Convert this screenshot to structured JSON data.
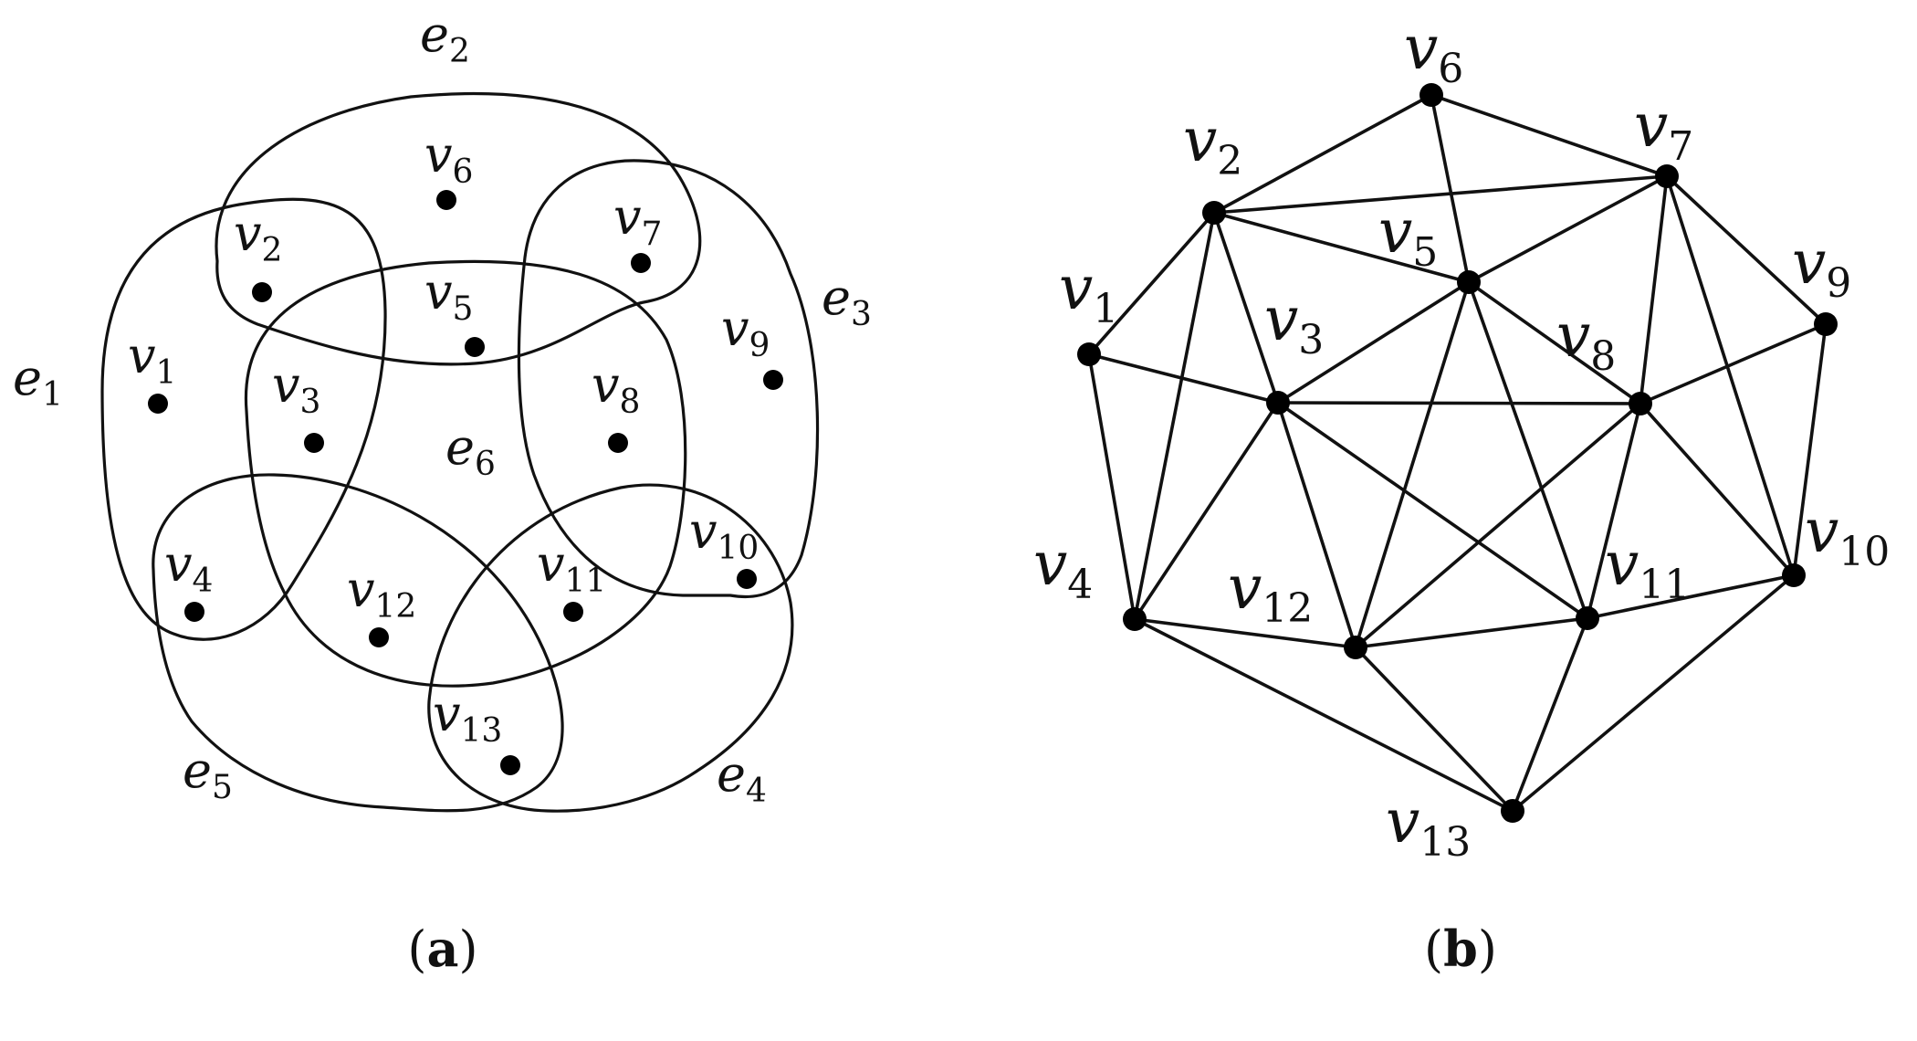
{
  "panel_a": {
    "hyperedge_labels": [
      {
        "id": "e1",
        "base": "e",
        "sub": "1"
      },
      {
        "id": "e2",
        "base": "e",
        "sub": "2"
      },
      {
        "id": "e3",
        "base": "e",
        "sub": "3"
      },
      {
        "id": "e4",
        "base": "e",
        "sub": "4"
      },
      {
        "id": "e5",
        "base": "e",
        "sub": "5"
      },
      {
        "id": "e6",
        "base": "e",
        "sub": "6"
      }
    ],
    "vertex_labels": [
      {
        "id": "v1",
        "base": "v",
        "sub": "1"
      },
      {
        "id": "v2",
        "base": "v",
        "sub": "2"
      },
      {
        "id": "v3",
        "base": "v",
        "sub": "3"
      },
      {
        "id": "v4",
        "base": "v",
        "sub": "4"
      },
      {
        "id": "v5",
        "base": "v",
        "sub": "5"
      },
      {
        "id": "v6",
        "base": "v",
        "sub": "6"
      },
      {
        "id": "v7",
        "base": "v",
        "sub": "7"
      },
      {
        "id": "v8",
        "base": "v",
        "sub": "8"
      },
      {
        "id": "v9",
        "base": "v",
        "sub": "9"
      },
      {
        "id": "v10",
        "base": "v",
        "sub": "10"
      },
      {
        "id": "v11",
        "base": "v",
        "sub": "11"
      },
      {
        "id": "v12",
        "base": "v",
        "sub": "12"
      },
      {
        "id": "v13",
        "base": "v",
        "sub": "13"
      }
    ],
    "caption": {
      "open": "(",
      "letter": "a",
      "close": ")"
    }
  },
  "panel_b": {
    "vertex_labels": [
      {
        "id": "v1",
        "base": "v",
        "sub": "1"
      },
      {
        "id": "v2",
        "base": "v",
        "sub": "2"
      },
      {
        "id": "v3",
        "base": "v",
        "sub": "3"
      },
      {
        "id": "v4",
        "base": "v",
        "sub": "4"
      },
      {
        "id": "v5",
        "base": "v",
        "sub": "5"
      },
      {
        "id": "v6",
        "base": "v",
        "sub": "6"
      },
      {
        "id": "v7",
        "base": "v",
        "sub": "7"
      },
      {
        "id": "v8",
        "base": "v",
        "sub": "8"
      },
      {
        "id": "v9",
        "base": "v",
        "sub": "9"
      },
      {
        "id": "v10",
        "base": "v",
        "sub": "10"
      },
      {
        "id": "v11",
        "base": "v",
        "sub": "11"
      },
      {
        "id": "v12",
        "base": "v",
        "sub": "12"
      },
      {
        "id": "v13",
        "base": "v",
        "sub": "13"
      }
    ],
    "edges": [
      [
        "v1",
        "v2"
      ],
      [
        "v1",
        "v3"
      ],
      [
        "v1",
        "v4"
      ],
      [
        "v2",
        "v6"
      ],
      [
        "v2",
        "v7"
      ],
      [
        "v2",
        "v5"
      ],
      [
        "v2",
        "v3"
      ],
      [
        "v2",
        "v4"
      ],
      [
        "v6",
        "v7"
      ],
      [
        "v6",
        "v5"
      ],
      [
        "v7",
        "v5"
      ],
      [
        "v7",
        "v9"
      ],
      [
        "v7",
        "v8"
      ],
      [
        "v7",
        "v10"
      ],
      [
        "v9",
        "v8"
      ],
      [
        "v9",
        "v10"
      ],
      [
        "v5",
        "v3"
      ],
      [
        "v5",
        "v8"
      ],
      [
        "v5",
        "v12"
      ],
      [
        "v5",
        "v11"
      ],
      [
        "v3",
        "v8"
      ],
      [
        "v3",
        "v4"
      ],
      [
        "v3",
        "v12"
      ],
      [
        "v3",
        "v11"
      ],
      [
        "v8",
        "v10"
      ],
      [
        "v8",
        "v11"
      ],
      [
        "v8",
        "v12"
      ],
      [
        "v4",
        "v12"
      ],
      [
        "v4",
        "v13"
      ],
      [
        "v12",
        "v11"
      ],
      [
        "v12",
        "v13"
      ],
      [
        "v11",
        "v10"
      ],
      [
        "v11",
        "v13"
      ],
      [
        "v10",
        "v13"
      ]
    ],
    "caption": {
      "open": "(",
      "letter": "b",
      "close": ")"
    }
  }
}
